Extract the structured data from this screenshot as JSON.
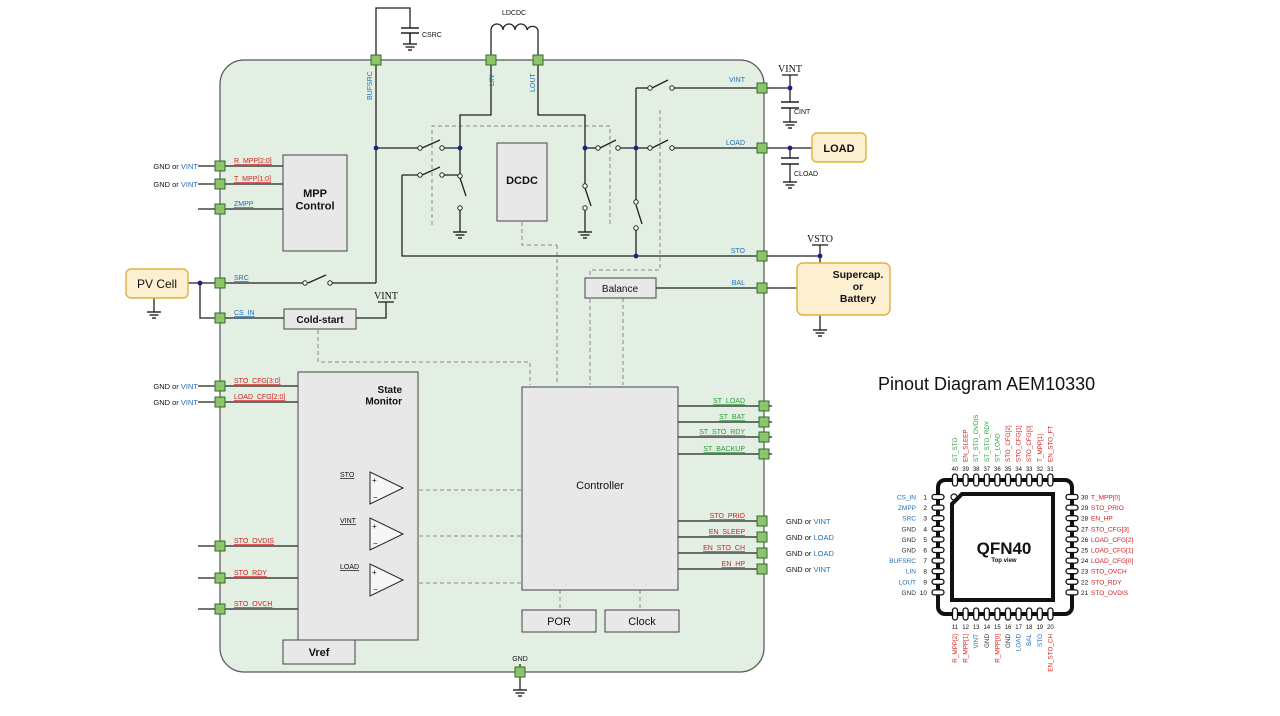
{
  "colors": {
    "chip_fill": "#e2efe2",
    "pad_fill": "#8cc46a",
    "pad_stroke": "#2f6b2f",
    "block_fill": "#e8e8e8",
    "signal_blue": "#1f6fb8",
    "signal_red": "#d42020",
    "signal_green": "#2a9a3a",
    "ext_fill": "#fdf0d0",
    "ext_stroke": "#e0b040"
  },
  "blocks": {
    "mpp": "MPP\nControl",
    "dcdc": "DCDC",
    "balance": "Balance",
    "cold_start": "Cold-start",
    "state_monitor": "State\nMonitor",
    "controller": "Controller",
    "por": "POR",
    "clock": "Clock",
    "vref": "Vref"
  },
  "external": {
    "pv_cell": "PV Cell",
    "load": "LOAD",
    "supercap": "Supercap.\nor\nBattery"
  },
  "top_pins": {
    "bufsrc": "BUFSRC",
    "lin": "LIN",
    "lout": "LOUT"
  },
  "components": {
    "csrc": "CSRC",
    "ldcdc": "LDCDC",
    "cint": "CINT",
    "cload": "CLOAD",
    "vint_rail": "VINT",
    "vsto_rail": "VSTO",
    "vint_coldstart": "VINT",
    "gnd": "GND"
  },
  "right_pins": {
    "vint": "VINT",
    "load": "LOAD",
    "sto": "STO",
    "bal": "BAL"
  },
  "left_inputs": [
    {
      "ext": "GND or ",
      "ext_tail": "VINT",
      "pin": "R_MPP[2:0]"
    },
    {
      "ext": "GND or ",
      "ext_tail": "VINT",
      "pin": "T_MPP[1:0]"
    },
    {
      "ext": "",
      "ext_tail": "",
      "pin": "ZMPP"
    },
    {
      "ext": "",
      "ext_tail": "",
      "pin": "SRC"
    },
    {
      "ext": "",
      "ext_tail": "",
      "pin": "CS_IN"
    },
    {
      "ext": "GND or ",
      "ext_tail": "VINT",
      "pin": "STO_CFG[3:0]"
    },
    {
      "ext": "GND or ",
      "ext_tail": "VINT",
      "pin": "LOAD_CFG[2:0]"
    },
    {
      "ext": "",
      "ext_tail": "",
      "pin": "STO_OVDIS"
    },
    {
      "ext": "",
      "ext_tail": "",
      "pin": "STO_RDY"
    },
    {
      "ext": "",
      "ext_tail": "",
      "pin": "STO_OVCH"
    }
  ],
  "comparators": [
    "STO",
    "VINT",
    "LOAD"
  ],
  "status_outputs": [
    "ST_LOAD",
    "ST_BAT",
    "ST_STO_RDY",
    "ST_BACKUP"
  ],
  "config_outputs": [
    {
      "pin": "STO_PRIO",
      "ext": "GND or ",
      "ext_tail": "VINT"
    },
    {
      "pin": "EN_SLEEP",
      "ext": "GND or ",
      "ext_tail": "LOAD"
    },
    {
      "pin": "EN_STO_CH",
      "ext": "GND or ",
      "ext_tail": "LOAD"
    },
    {
      "pin": "EN_HP",
      "ext": "GND or ",
      "ext_tail": "VINT"
    }
  ],
  "pinout": {
    "title": "Pinout Diagram AEM10330",
    "package": "QFN40",
    "view": "Top view",
    "left": [
      {
        "num": "1",
        "name": "CS_IN",
        "color": "blue"
      },
      {
        "num": "2",
        "name": "ZMPP",
        "color": "blue"
      },
      {
        "num": "3",
        "name": "SRC",
        "color": "blue"
      },
      {
        "num": "4",
        "name": "GND",
        "color": "gray"
      },
      {
        "num": "5",
        "name": "GND",
        "color": "gray"
      },
      {
        "num": "6",
        "name": "GND",
        "color": "gray"
      },
      {
        "num": "7",
        "name": "BUFSRC",
        "color": "blue"
      },
      {
        "num": "8",
        "name": "LIN",
        "color": "blue"
      },
      {
        "num": "9",
        "name": "LOUT",
        "color": "blue"
      },
      {
        "num": "10",
        "name": "GND",
        "color": "gray"
      }
    ],
    "right": [
      {
        "num": "30",
        "name": "T_MPP[0]",
        "color": "red"
      },
      {
        "num": "29",
        "name": "STO_PRIO",
        "color": "red"
      },
      {
        "num": "28",
        "name": "EN_HP",
        "color": "red"
      },
      {
        "num": "27",
        "name": "STO_CFG[3]",
        "color": "red"
      },
      {
        "num": "26",
        "name": "LOAD_CFG[2]",
        "color": "red"
      },
      {
        "num": "25",
        "name": "LOAD_CFG[1]",
        "color": "red"
      },
      {
        "num": "24",
        "name": "LOAD_CFG[0]",
        "color": "red"
      },
      {
        "num": "23",
        "name": "STO_OVCH",
        "color": "red"
      },
      {
        "num": "22",
        "name": "STO_RDY",
        "color": "red"
      },
      {
        "num": "21",
        "name": "STO_OVDIS",
        "color": "red"
      }
    ],
    "top": [
      {
        "num": "40",
        "name": "ST_STO",
        "color": "green"
      },
      {
        "num": "39",
        "name": "EN_SLEEP",
        "color": "red"
      },
      {
        "num": "38",
        "name": "ST_STO_OVDIS",
        "color": "green"
      },
      {
        "num": "37",
        "name": "ST_STO_RDY",
        "color": "green"
      },
      {
        "num": "36",
        "name": "ST_LOAD",
        "color": "green"
      },
      {
        "num": "35",
        "name": "STO_CFG[2]",
        "color": "red"
      },
      {
        "num": "34",
        "name": "STO_CFG[1]",
        "color": "red"
      },
      {
        "num": "33",
        "name": "STO_CFG[0]",
        "color": "red"
      },
      {
        "num": "32",
        "name": "T_MPP[1]",
        "color": "red"
      },
      {
        "num": "31",
        "name": "EN_STO_FT",
        "color": "red"
      }
    ],
    "bottom": [
      {
        "num": "11",
        "name": "R_MPP[2]",
        "color": "red"
      },
      {
        "num": "12",
        "name": "R_MPP[1]",
        "color": "red"
      },
      {
        "num": "13",
        "name": "VINT",
        "color": "blue"
      },
      {
        "num": "14",
        "name": "GND",
        "color": "gray"
      },
      {
        "num": "15",
        "name": "R_MPP[0]",
        "color": "red"
      },
      {
        "num": "16",
        "name": "GND",
        "color": "gray"
      },
      {
        "num": "17",
        "name": "LOAD",
        "color": "blue"
      },
      {
        "num": "18",
        "name": "BAL",
        "color": "blue"
      },
      {
        "num": "19",
        "name": "STO",
        "color": "blue"
      },
      {
        "num": "20",
        "name": "EN_STO_CH",
        "color": "red"
      }
    ]
  }
}
